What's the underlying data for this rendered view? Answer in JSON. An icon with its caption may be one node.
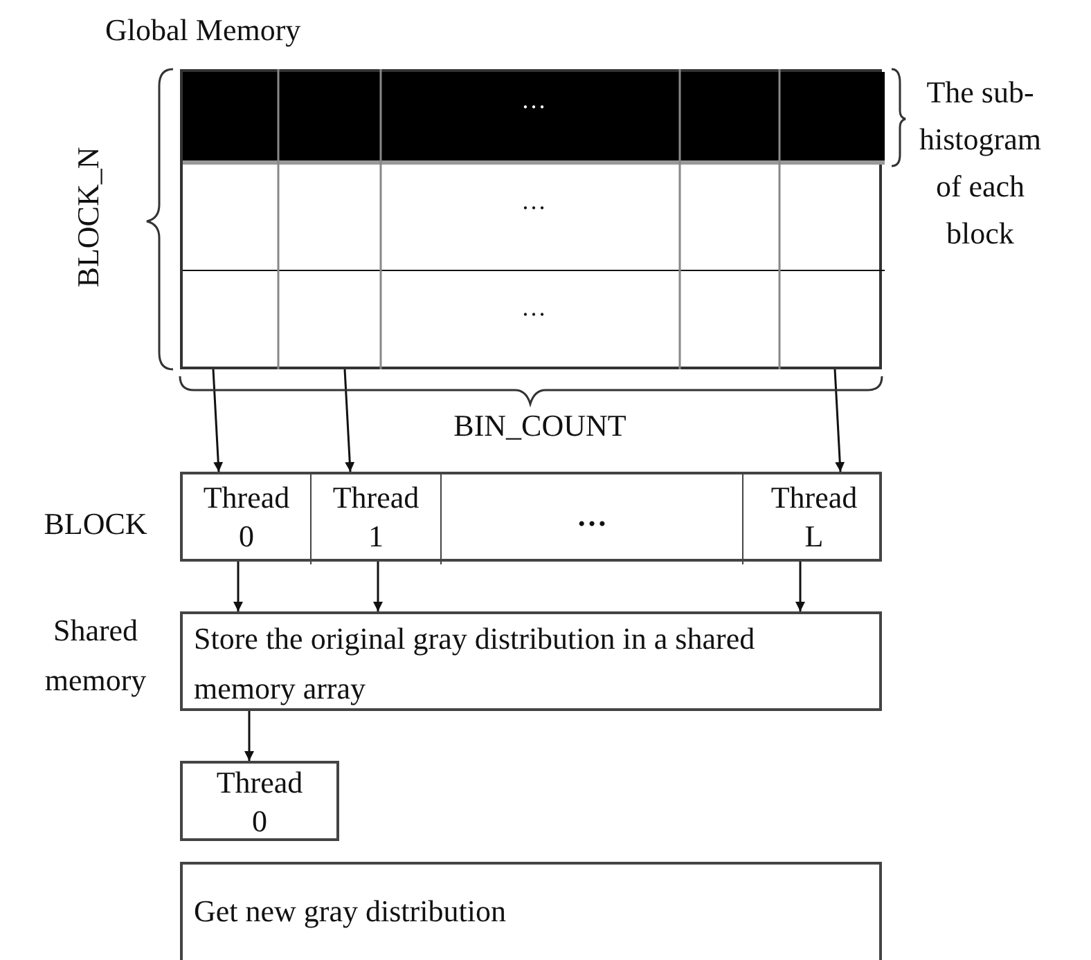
{
  "diagram": {
    "nodes": [
      {
        "text": [
          "Global Memory"
        ]
      },
      {
        "text": [
          "…"
        ],
        "in": 0
      },
      {
        "text": [
          "…"
        ],
        "in": 0
      },
      {
        "text": [
          "…"
        ],
        "in": 0
      },
      {
        "text": [],
        "shape": "box",
        "beside": [
          "BLOCK"
        ]
      },
      {
        "text": [
          "Thread 0"
        ],
        "in": 4
      },
      {
        "text": [
          "Thread 1"
        ],
        "in": 4
      },
      {
        "text": [
          "…"
        ],
        "in": 4
      },
      {
        "text": [
          "Thread L"
        ],
        "in": 4
      },
      {
        "text": [
          "Store the original gray distribution in a shared memory array"
        ],
        "beside": [
          "Shared memory"
        ]
      },
      {
        "text": [
          "Thread 0"
        ]
      },
      {
        "text": [
          "Get new gray distribution"
        ]
      }
    ],
    "edges": [
      {
        "from": 0,
        "to": 5,
        "arrow": "to"
      },
      {
        "from": 0,
        "to": 6,
        "arrow": "to"
      },
      {
        "from": 0,
        "to": 8,
        "arrow": "to"
      },
      {
        "from": 5,
        "to": 9,
        "arrow": "to"
      },
      {
        "from": 6,
        "to": 9,
        "arrow": "to"
      },
      {
        "from": 8,
        "to": 9,
        "arrow": "to"
      },
      {
        "from": 9,
        "to": 10,
        "arrow": "to"
      }
    ],
    "labels": [
      "BLOCK_N",
      "The sub-histogram of each block",
      "BIN_COUNT"
    ]
  }
}
